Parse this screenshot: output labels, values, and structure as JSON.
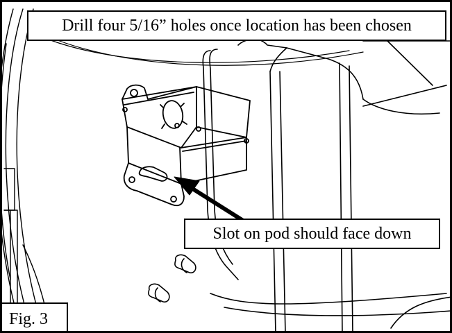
{
  "callouts": {
    "top_instruction": "Drill four 5/16” holes once location has been chosen",
    "slot_note": "Slot on pod should face down",
    "figure_label": "Fig. 3"
  },
  "colors": {
    "line": "#000000",
    "background": "#ffffff"
  },
  "icons": {
    "pointer": "arrow-pointer-icon"
  }
}
